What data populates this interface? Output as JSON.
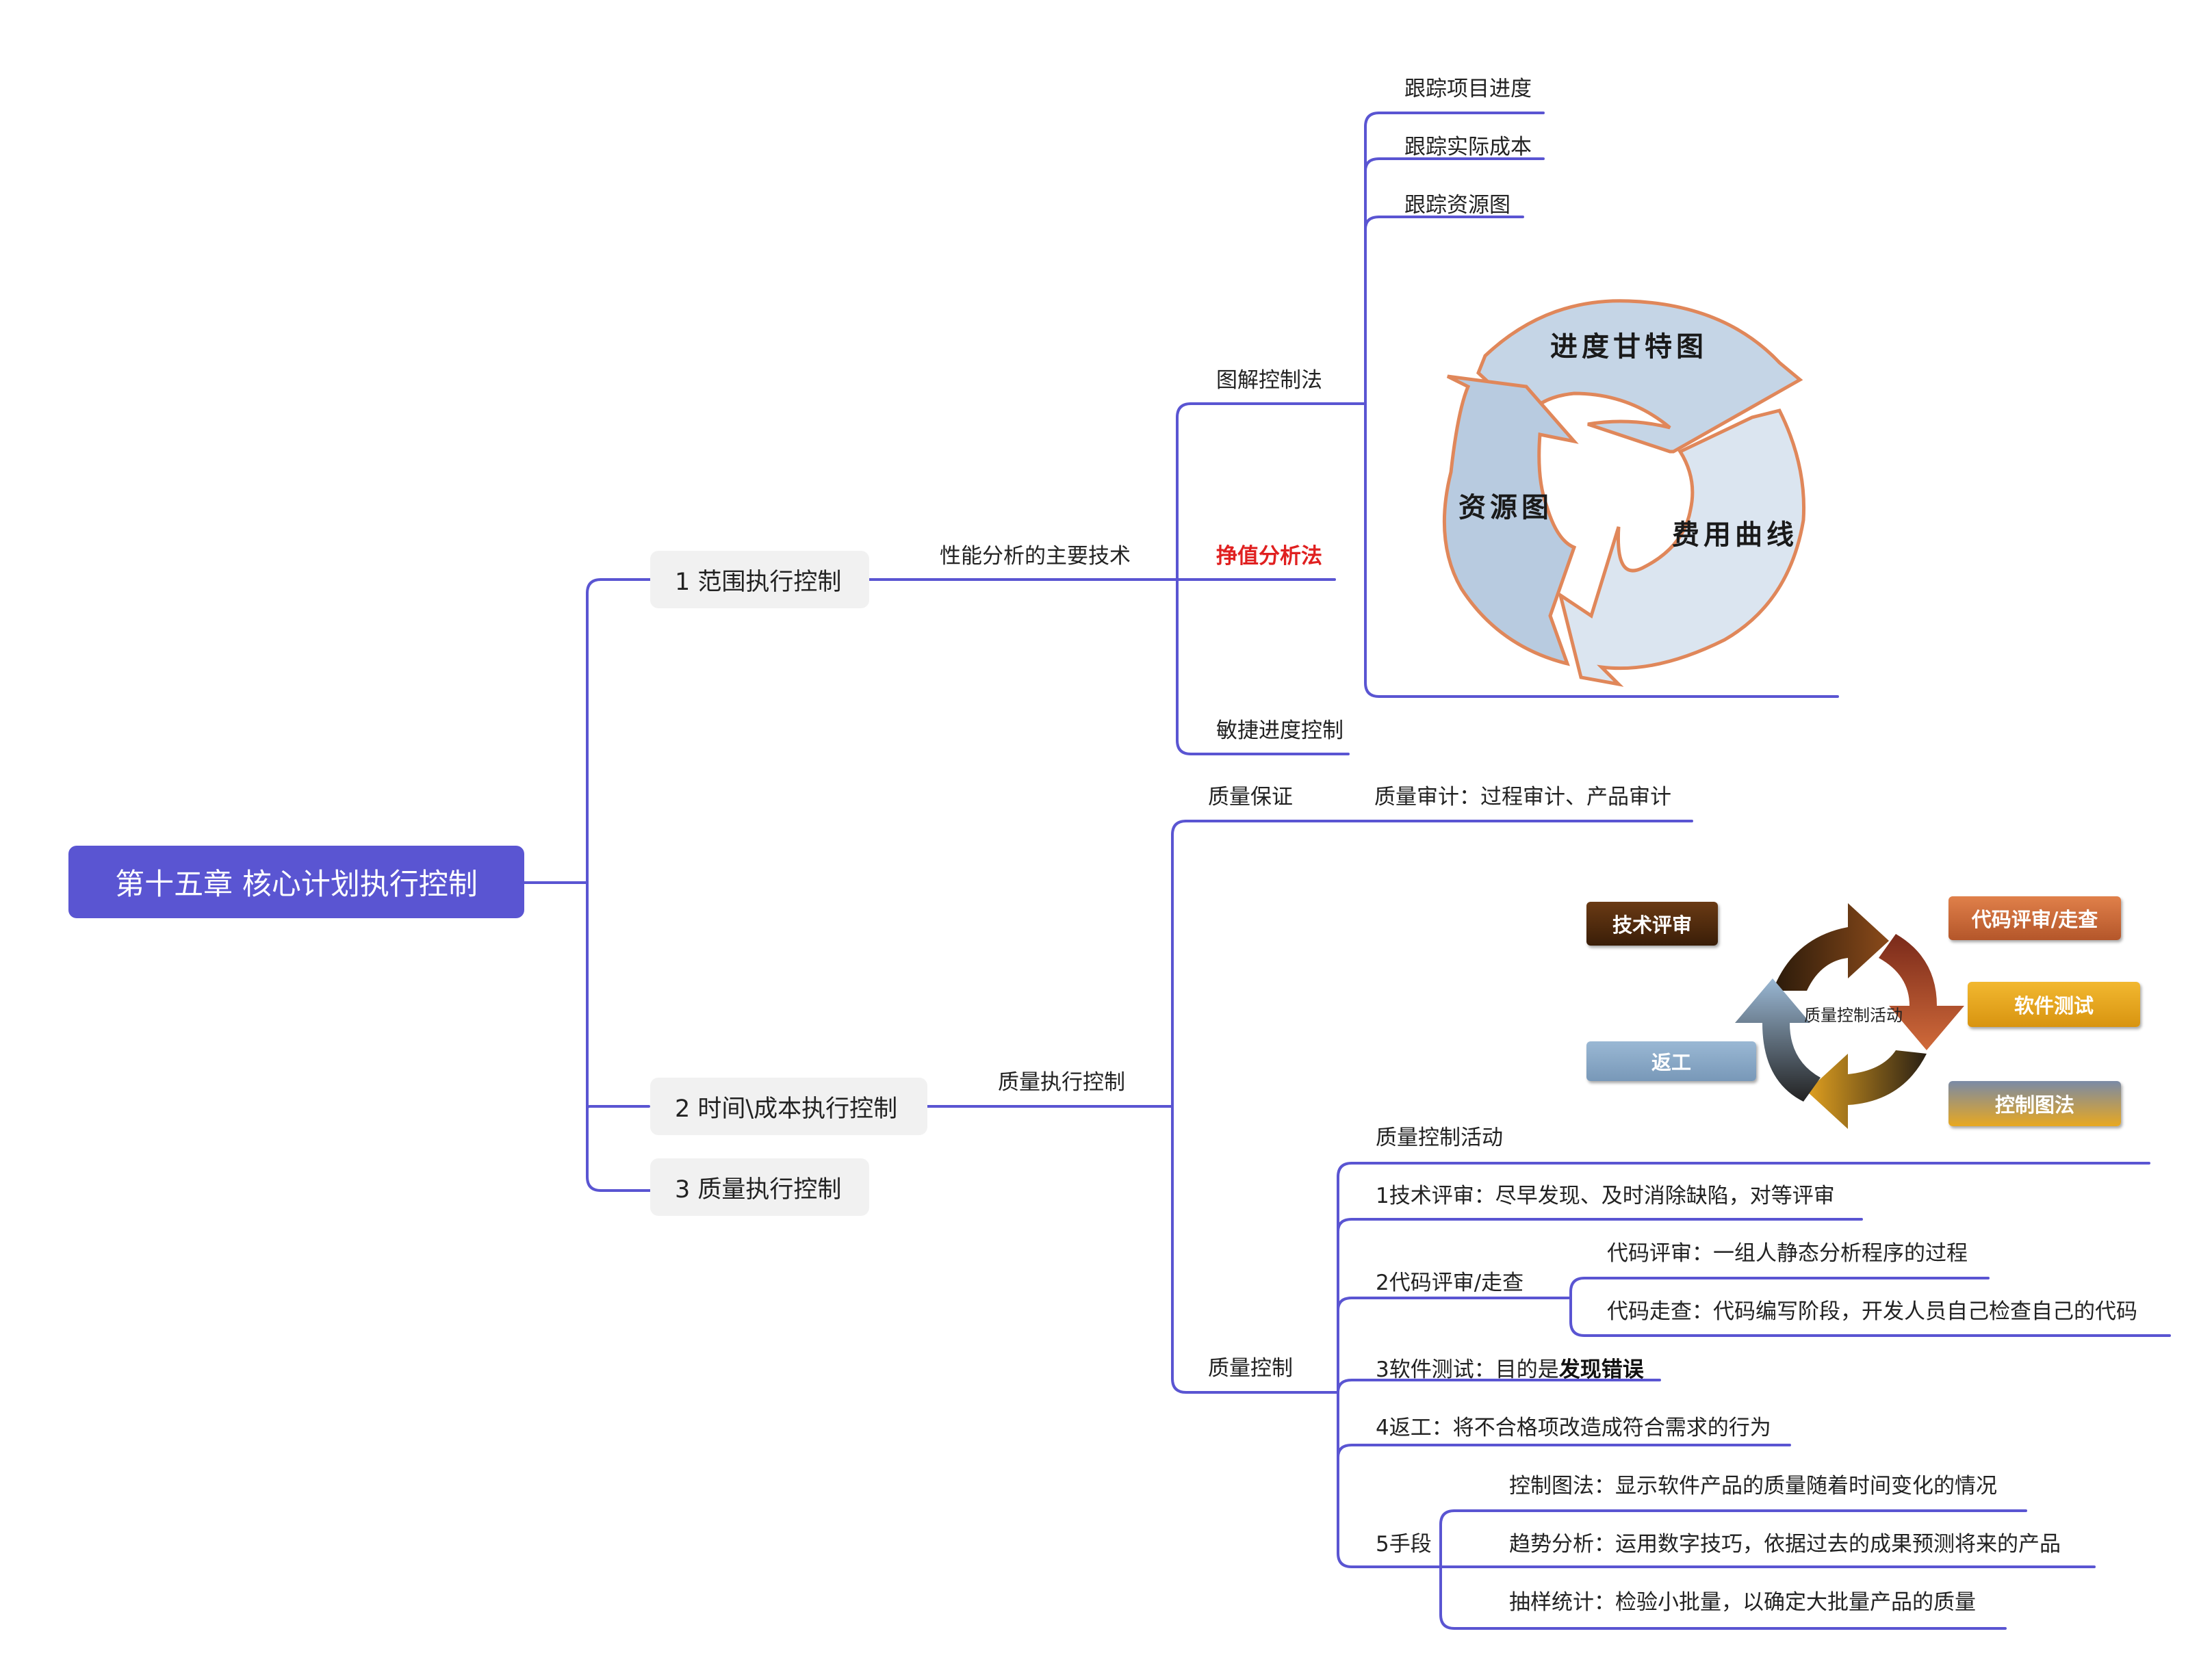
{
  "root": {
    "label": "第十五章 核心计划执行控制"
  },
  "branches": [
    {
      "label": "1 范围执行控制"
    },
    {
      "label": "2 时间\\成本执行控制"
    },
    {
      "label": "3 质量执行控制"
    }
  ],
  "time_cost": {
    "performance": {
      "label": "性能分析的主要技术",
      "graphical": {
        "label": "图解控制法",
        "items": [
          "跟踪项目进度",
          "跟踪实际成本",
          "跟踪资源图"
        ],
        "cycle": {
          "labels": [
            "进度甘特图",
            "费用曲线",
            "资源图"
          ]
        }
      },
      "earned_value": {
        "label": "挣值分析法"
      },
      "agile": {
        "label": "敏捷进度控制"
      }
    }
  },
  "quality": {
    "execution": {
      "label": "质量执行控制"
    },
    "assurance": {
      "label": "质量保证",
      "audit": "质量审计：过程审计、产品审计"
    },
    "control": {
      "label": "质量控制",
      "diagram": {
        "center": "质量控制活动",
        "chips": [
          "技术评审",
          "代码评审/走查",
          "软件测试",
          "返工",
          "控制图法"
        ]
      },
      "activities_title": "质量控制活动",
      "item1": "1技术评审：尽早发现、及时消除缺陷，对等评审",
      "item2": {
        "label": "2代码评审/走查",
        "children": [
          "代码评审：一组人静态分析程序的过程",
          "代码走查：代码编写阶段，开发人员自己检查自己的代码"
        ]
      },
      "item3": {
        "prefix": "3软件测试：目的是",
        "emphasis": "发现错误"
      },
      "item4": "4返工：将不合格项改造成符合需求的行为",
      "item5": {
        "label": "5手段",
        "children": [
          "控制图法：显示软件产品的质量随着时间变化的情况",
          "趋势分析：运用数字技巧，依据过去的成果预测将来的产品",
          "抽样统计：检验小批量，以确定大批量产品的质量"
        ]
      }
    }
  },
  "colors": {
    "root": "#5a55d2",
    "connector": "#5a55d2",
    "emphasis_red": "#e02020",
    "cycle_fill": "#c5d5e6",
    "cycle_stroke": "#e0875a"
  }
}
